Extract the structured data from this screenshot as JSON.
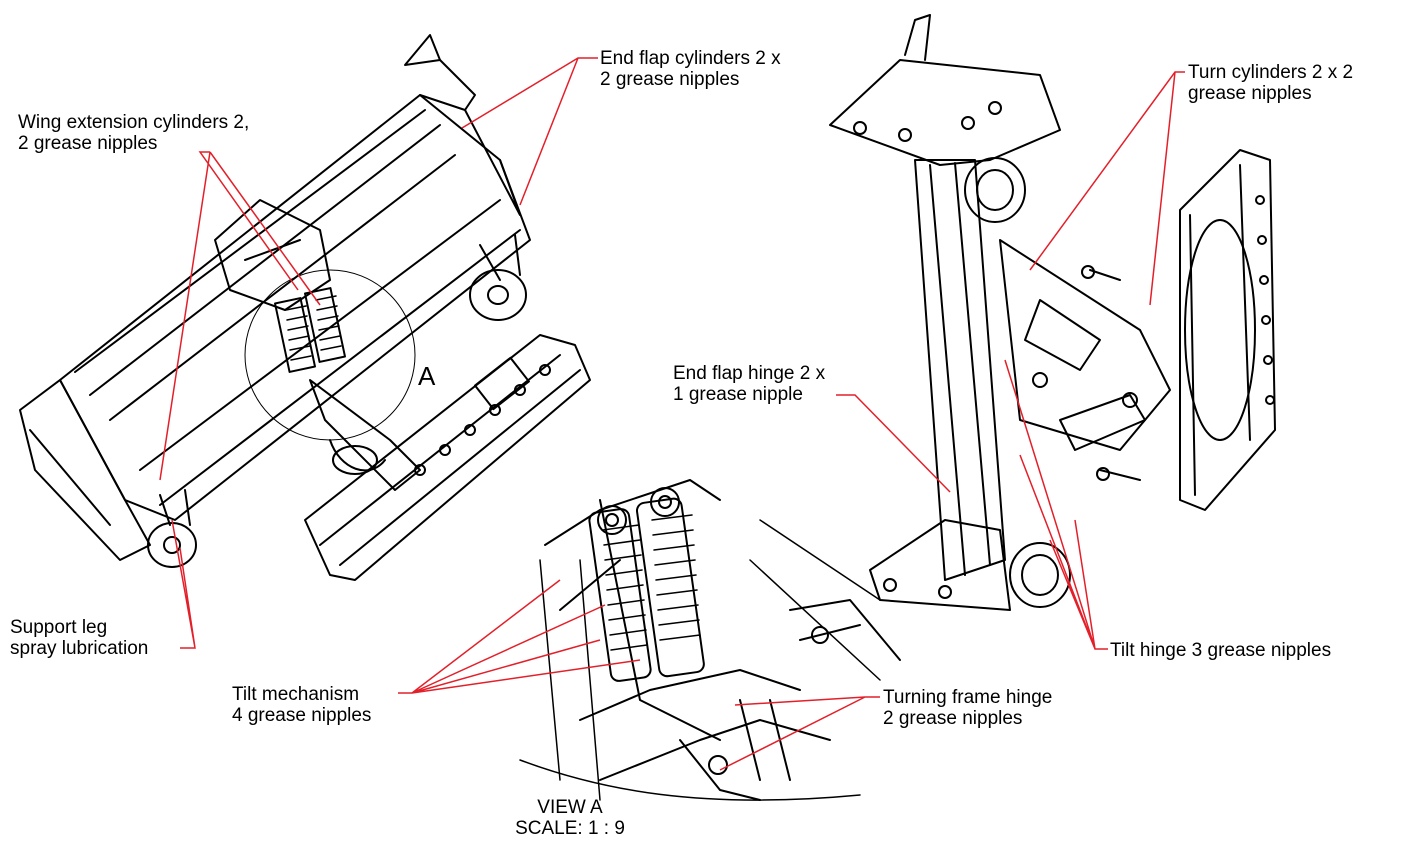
{
  "labels": {
    "end_flap_cylinders": [
      "End flap cylinders 2 x",
      "2 grease nipples"
    ],
    "wing_extension_cylinders": [
      "Wing extension cylinders 2,",
      "2 grease nipples"
    ],
    "turn_cylinders": [
      "Turn cylinders 2 x 2",
      "grease nipples"
    ],
    "end_flap_hinge": [
      "End flap hinge 2 x",
      "1 grease nipple"
    ],
    "support_leg": [
      "Support leg",
      "spray lubrication"
    ],
    "tilt_mechanism": [
      "Tilt mechanism",
      "4 grease nipples"
    ],
    "turning_frame_hinge": [
      "Turning frame hinge",
      "2 grease nipples"
    ],
    "tilt_hinge": "Tilt hinge 3 grease nipples",
    "detail_marker": "A",
    "view_title": "VIEW A",
    "view_scale": "SCALE: 1 : 9"
  },
  "colors": {
    "leader": "#e3202a",
    "drawing": "#000000",
    "background": "#ffffff"
  }
}
